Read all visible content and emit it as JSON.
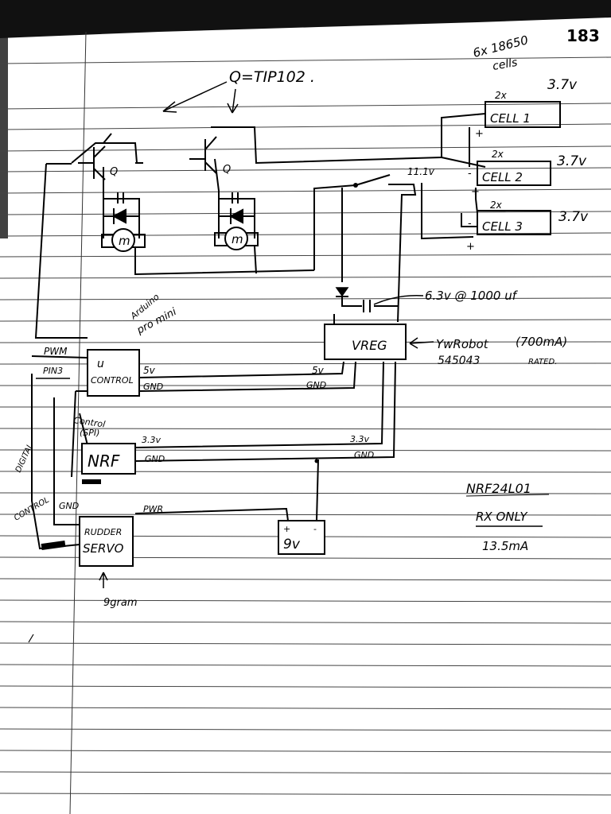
{
  "page": {
    "number": "183"
  },
  "battery_note": {
    "line1": "6x 18650",
    "line2": "cells"
  },
  "transistor_note": "Q=TIP102 .",
  "transistor_label": "Q",
  "motor_label": "m",
  "cells": [
    {
      "label": "CELL 1",
      "count": "2x",
      "voltage": "3.7v"
    },
    {
      "label": "CELL 2",
      "count": "2x",
      "voltage": "3.7v"
    },
    {
      "label": "CELL 3",
      "count": "2x",
      "voltage": "3.7v"
    }
  ],
  "plus": "+",
  "minus": "-",
  "pack_voltage": "11.1v",
  "capacitor_note": "6.3v @ 1000 uf",
  "vreg": {
    "label": "VREG",
    "maker": "YwRobot",
    "part": "545043",
    "current": "(700mA)",
    "rated": "RATED."
  },
  "mcu": {
    "label": "u",
    "label2": "CONTROL",
    "note1": "Arduino",
    "note2": "pro mini",
    "pwm": "PWM",
    "pin": "PIN3",
    "v5": "5v",
    "gnd": "GND"
  },
  "vreg_out": {
    "v5": "5v",
    "gnd": "GND",
    "v33": "3.3v",
    "gnd2": "GND"
  },
  "nrf": {
    "label": "NRF",
    "ctrl1": "Control",
    "ctrl2": "(SPI)",
    "v33": "3.3v",
    "gnd": "GND"
  },
  "servo": {
    "label1": "RUDDER",
    "label2": "SERVO",
    "pwr": "PWR",
    "gnd": "GND",
    "weight": "9gram",
    "control1": "DIGITAL",
    "control2": "CONTROL"
  },
  "battery9v": {
    "label": "9v"
  },
  "nrf_note": {
    "line1": "NRF24L01",
    "line2": "RX ONLY",
    "line3": "13.5mA"
  }
}
